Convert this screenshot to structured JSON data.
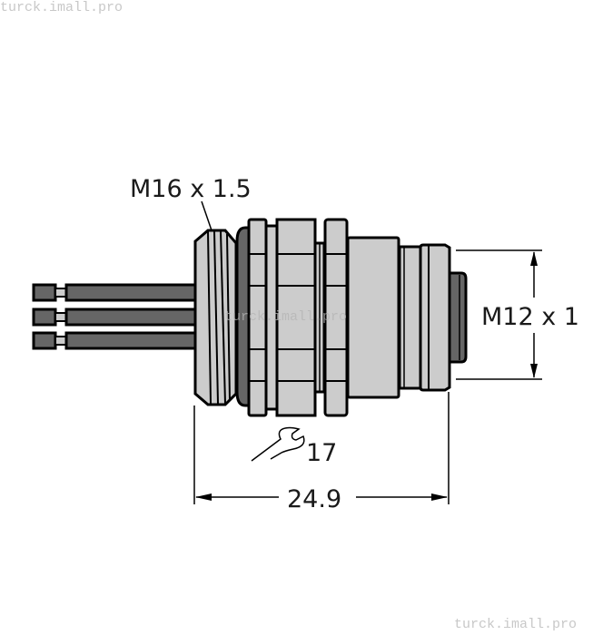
{
  "watermarks": {
    "top_left": "turck.imall.pro",
    "center": "turck.imall.pro",
    "bottom_right": "turck.imall.pro"
  },
  "drawing": {
    "type": "technical dimension drawing",
    "subject": "panel-mount connector, M16 x 1.5 rear thread, M12 x 1 front connector, 3 wire leads",
    "labels": {
      "rear_thread": "M16 x 1.5",
      "front_thread": "M12 x 1",
      "wrench_size": "17",
      "overall_length": "24.9"
    },
    "colors": {
      "body_fill": "#cccccc",
      "dark_fill": "#666666",
      "outline": "#000000",
      "wire_fill": "#666666",
      "wire_gap_fill": "#cccccc"
    },
    "wires": [
      {
        "id": "wire-1"
      },
      {
        "id": "wire-2"
      },
      {
        "id": "wire-3"
      }
    ]
  }
}
